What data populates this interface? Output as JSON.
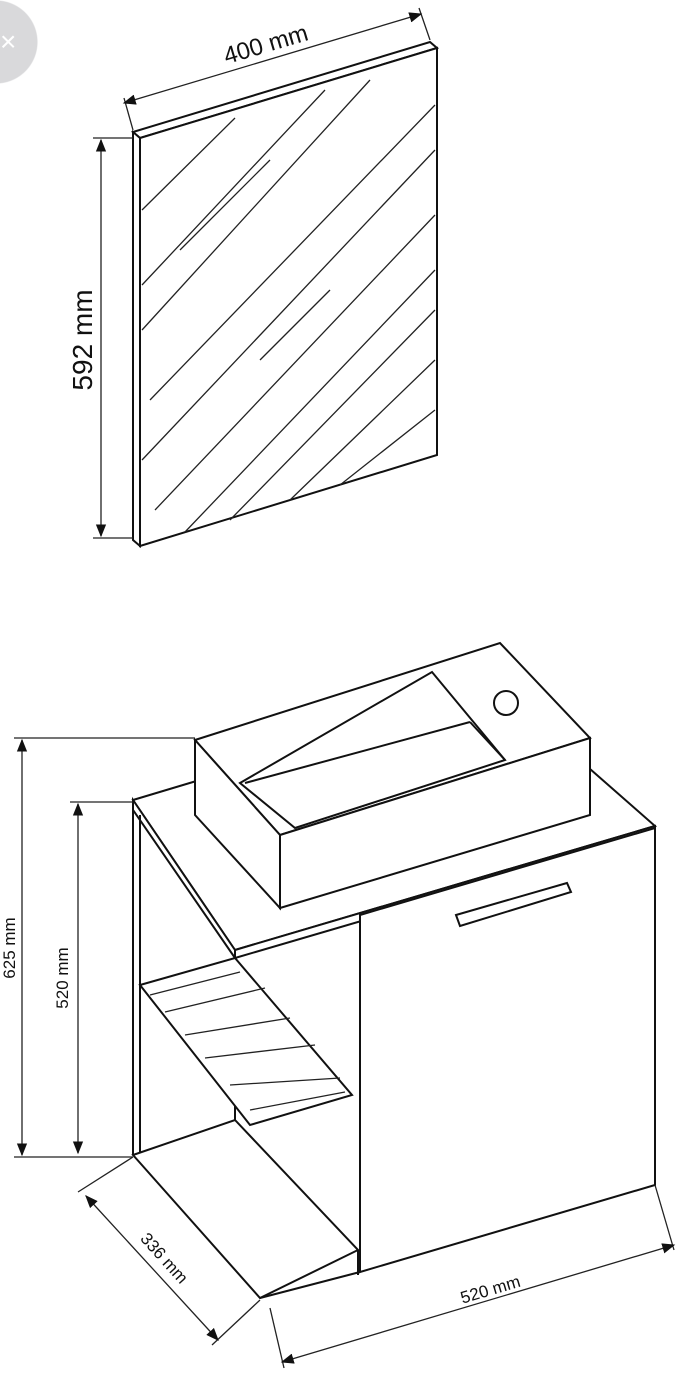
{
  "close_button": {
    "icon": "close-icon",
    "label": "×"
  },
  "mirror": {
    "width_label": "400 mm",
    "height_label": "592 mm"
  },
  "cabinet": {
    "total_height_label": "625 mm",
    "cabinet_height_label": "520 mm",
    "depth_label": "336 mm",
    "width_label": "520 mm"
  }
}
